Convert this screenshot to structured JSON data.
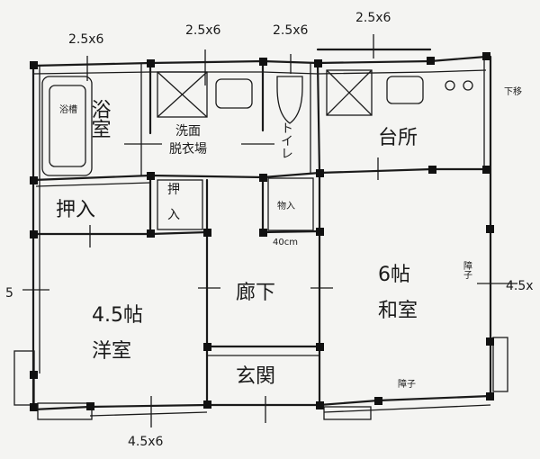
{
  "title": "Hand-drawn floor plan",
  "rooms": {
    "bath": "浴室",
    "bathtub": "浴槽",
    "washroom_line1": "洗面",
    "washroom_line2": "脱衣場",
    "toilet": "トイレ",
    "kitchen": "台所",
    "closet_left": "押入",
    "closet_small_1": "押",
    "closet_small_2": "入",
    "storage": "物入",
    "hallway": "廊下",
    "japanese_size": "6帖",
    "japanese_room": "和室",
    "western_size": "4.5帖",
    "western_room": "洋室",
    "entrance": "玄関",
    "shoji_right": "障子",
    "shoji_bottom": "障子",
    "kitchen_side": "下移"
  },
  "dimensions": {
    "top_1": "2.5x6",
    "top_2": "2.5x6",
    "top_3": "2.5x6",
    "top_4": "2.5x6",
    "bottom": "4.5x6",
    "right": "4.5x",
    "left": "5",
    "storage_depth": "40cm"
  }
}
